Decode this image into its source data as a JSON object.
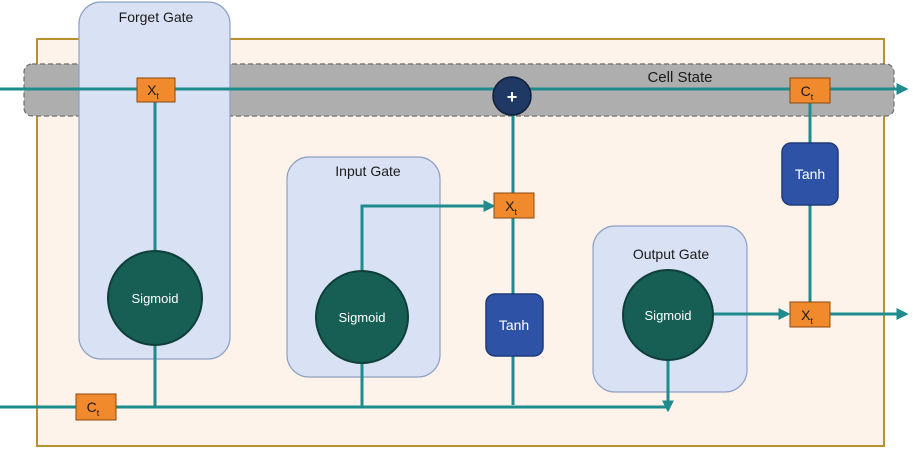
{
  "labels": {
    "forget_gate": "Forget Gate",
    "input_gate": "Input Gate",
    "output_gate": "Output Gate",
    "cell_state": "Cell State",
    "sigmoid": "Sigmoid",
    "tanh": "Tanh",
    "plus": "+",
    "x_main": "X",
    "x_sub": "t",
    "c_main": "C",
    "c_sub": "t"
  },
  "colors": {
    "frame_fill": "#FDF3EA",
    "frame_border": "#B8922E",
    "cell_band": "#AEAEAE",
    "gate_box_fill": "#D9E2F4",
    "gate_box_border": "#8EA0C4",
    "flow_line": "#1E8C8C",
    "sigmoid_fill": "#175E55",
    "tanh_fill": "#2E53A6",
    "op_box_fill": "#F08A2D",
    "plus_fill": "#1F3864"
  }
}
